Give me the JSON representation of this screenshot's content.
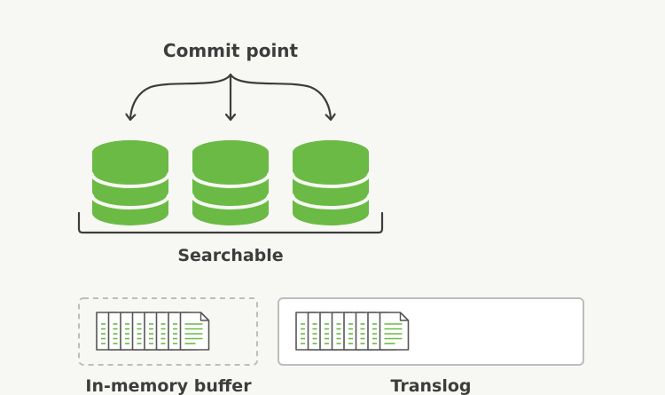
{
  "title": "Commit point",
  "group_label": "Searchable",
  "buffer_label": "In-memory buffer",
  "translog_label": "Translog",
  "colors": {
    "background": "#f7f8f4",
    "segment_green": "#6aba45",
    "line": "#3d3d3d",
    "doc_stroke": "#555555",
    "doc_green": "#6aba45",
    "box_border": "#bdbdbd"
  },
  "segments": [
    {
      "icon": "database-icon"
    },
    {
      "icon": "database-icon"
    },
    {
      "icon": "database-icon"
    }
  ],
  "buffer_docs": 8,
  "translog_docs": 8
}
